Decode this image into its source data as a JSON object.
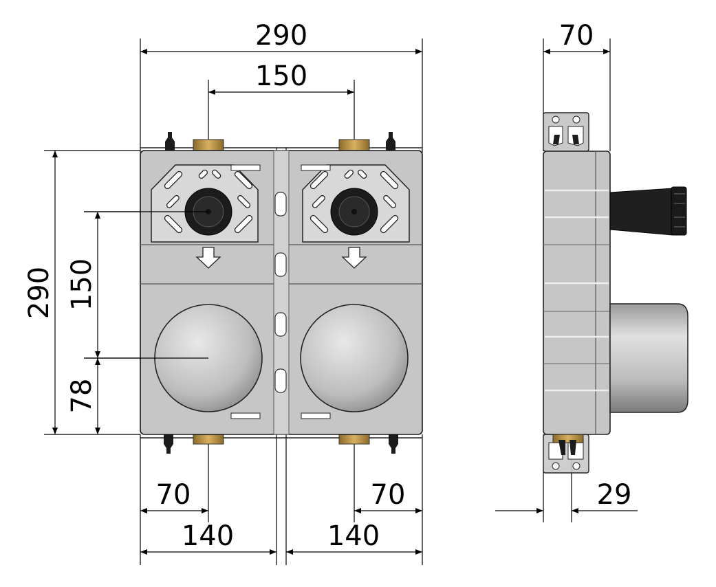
{
  "front_view": {
    "dimensions": {
      "overall_width": "290",
      "connection_spacing": "150",
      "overall_height": "290",
      "vertical_spacing": "150",
      "bottom_offset": "78",
      "left_offset": "70",
      "right_offset": "70",
      "left_half_width": "140",
      "right_half_width": "140"
    }
  },
  "side_view": {
    "dimensions": {
      "depth": "70",
      "bottom_offset": "29"
    }
  },
  "colors": {
    "housing": "#c6c6c6",
    "housing_dark": "#9e9e9e",
    "brass": "#c8a050",
    "black": "#1c1c1c"
  }
}
